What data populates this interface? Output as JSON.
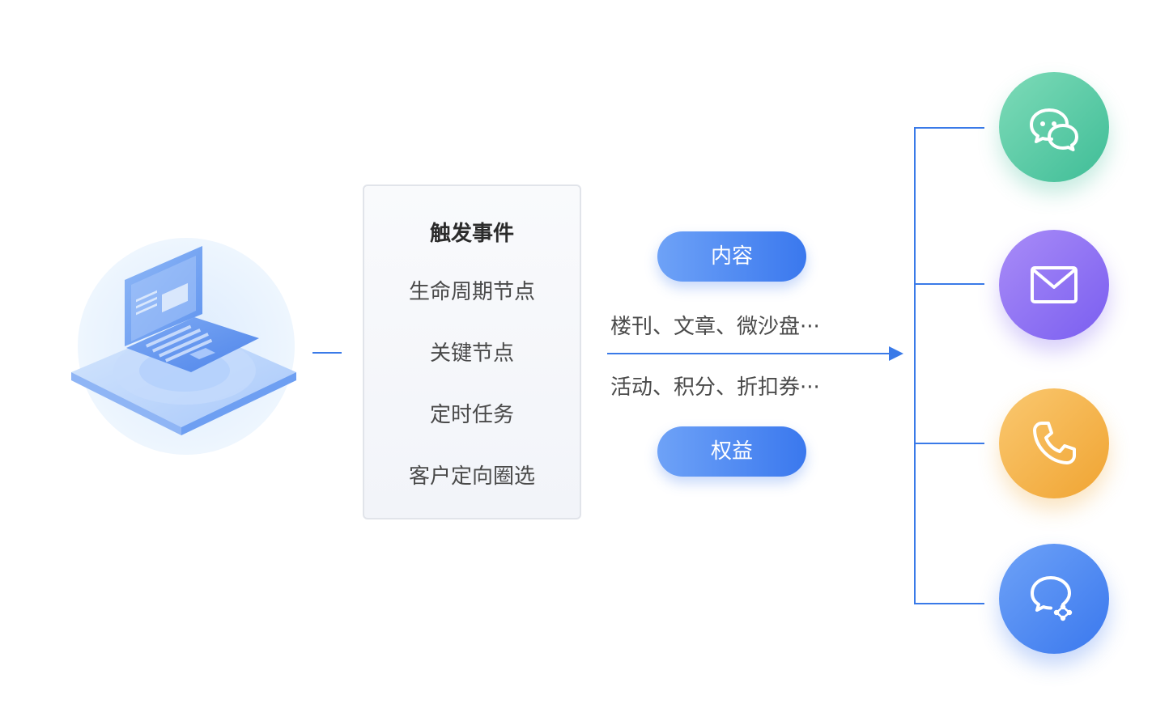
{
  "events": {
    "title": "触发事件",
    "items": [
      "生命周期节点",
      "关键节点",
      "定时任务",
      "客户定向圈选"
    ]
  },
  "flow": {
    "content_pill": "内容",
    "content_caption": "楼刊、文章、微沙盘···",
    "benefit_caption": "活动、积分、折扣券···",
    "benefit_pill": "权益"
  },
  "channels": [
    {
      "icon": "wechat-icon",
      "color": "#4cc6a0"
    },
    {
      "icon": "mail-icon",
      "color": "#8a6ff3"
    },
    {
      "icon": "phone-icon",
      "color": "#f4b248"
    },
    {
      "icon": "wework-icon",
      "color": "#4a86f0"
    }
  ],
  "colors": {
    "accent": "#3a7ae8",
    "panel_border": "#e1e4ea"
  }
}
